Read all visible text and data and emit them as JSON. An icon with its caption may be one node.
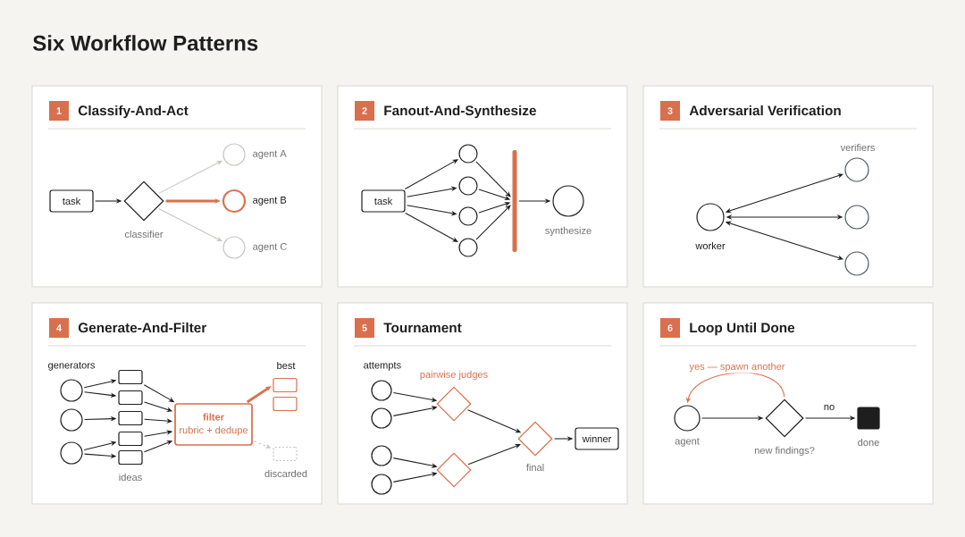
{
  "diagram": {
    "title": "Six Workflow Patterns",
    "nodes": [
      {
        "text": [
          "Classify-And-Act"
        ]
      },
      {
        "text": [
          "1"
        ],
        "in": 0
      },
      {
        "text": [
          "task"
        ],
        "in": 0
      },
      {
        "text": [],
        "shape": "diamond",
        "beside": [
          "classifier"
        ],
        "in": 0
      },
      {
        "text": [],
        "shape": "circle",
        "beside": [
          "agent A"
        ],
        "in": 0
      },
      {
        "text": [],
        "shape": "circle",
        "beside": [
          "agent B"
        ],
        "in": 0
      },
      {
        "text": [],
        "shape": "circle",
        "beside": [
          "agent C"
        ],
        "in": 0
      },
      {
        "text": [
          "Fanout-And-Synthesize"
        ]
      },
      {
        "text": [
          "2"
        ],
        "in": 7
      },
      {
        "text": [
          "task"
        ],
        "in": 7
      },
      {
        "text": [],
        "shape": "circle",
        "in": 7
      },
      {
        "text": [],
        "shape": "circle",
        "in": 7
      },
      {
        "text": [],
        "shape": "circle",
        "in": 7
      },
      {
        "text": [],
        "shape": "circle",
        "in": 7
      },
      {
        "text": [],
        "shape": "bar",
        "in": 7
      },
      {
        "text": [],
        "shape": "circle",
        "beside": [
          "synthesize"
        ],
        "in": 7
      },
      {
        "text": [
          "Adversarial Verification"
        ]
      },
      {
        "text": [
          "3"
        ],
        "in": 16
      },
      {
        "text": [],
        "shape": "circle",
        "beside": [
          "worker"
        ],
        "in": 16
      },
      {
        "text": [],
        "shape": "circle",
        "in": 16
      },
      {
        "text": [],
        "shape": "circle",
        "in": 16
      },
      {
        "text": [],
        "shape": "circle",
        "in": 16
      },
      {
        "text": [
          "Generate-And-Filter"
        ]
      },
      {
        "text": [
          "4"
        ],
        "in": 22
      },
      {
        "text": [],
        "shape": "circle",
        "in": 22
      },
      {
        "text": [],
        "shape": "circle",
        "in": 22
      },
      {
        "text": [],
        "shape": "circle",
        "in": 22
      },
      {
        "text": [],
        "shape": "box",
        "in": 22
      },
      {
        "text": [],
        "shape": "box",
        "in": 22
      },
      {
        "text": [],
        "shape": "box",
        "in": 22
      },
      {
        "text": [],
        "shape": "box",
        "in": 22
      },
      {
        "text": [],
        "shape": "box",
        "in": 22
      },
      {
        "text": [
          "filter",
          "rubric + dedupe"
        ],
        "in": 22
      },
      {
        "text": [],
        "shape": "box",
        "in": 22
      },
      {
        "text": [],
        "shape": "box",
        "in": 22
      },
      {
        "text": [],
        "shape": "box",
        "beside": [
          "discarded"
        ],
        "in": 22
      },
      {
        "text": [
          "Tournament"
        ]
      },
      {
        "text": [
          "5"
        ],
        "in": 36
      },
      {
        "text": [],
        "shape": "circle",
        "in": 36
      },
      {
        "text": [],
        "shape": "circle",
        "in": 36
      },
      {
        "text": [],
        "shape": "circle",
        "in": 36
      },
      {
        "text": [],
        "shape": "circle",
        "in": 36
      },
      {
        "text": [],
        "shape": "diamond",
        "in": 36
      },
      {
        "text": [],
        "shape": "diamond",
        "in": 36
      },
      {
        "text": [],
        "shape": "diamond",
        "beside": [
          "final"
        ],
        "in": 36
      },
      {
        "text": [
          "winner"
        ],
        "in": 36
      },
      {
        "text": [
          "Loop Until Done"
        ]
      },
      {
        "text": [
          "6"
        ],
        "in": 46
      },
      {
        "text": [],
        "shape": "circle",
        "beside": [
          "agent"
        ],
        "in": 46
      },
      {
        "text": [],
        "shape": "diamond",
        "beside": [
          "new findings?"
        ],
        "in": 46
      },
      {
        "text": [],
        "shape": "box",
        "beside": [
          "done"
        ],
        "in": 46
      }
    ],
    "edges": [
      {
        "from": 2,
        "to": 3,
        "arrow": "to"
      },
      {
        "from": 3,
        "to": 4,
        "arrow": "to",
        "color": "#c4c4c0"
      },
      {
        "from": 3,
        "to": 5,
        "arrow": "to",
        "color": "#d9704d",
        "style": "thick"
      },
      {
        "from": 3,
        "to": 6,
        "arrow": "to",
        "color": "#c4c4c0"
      },
      {
        "from": 9,
        "to": 10,
        "arrow": "to"
      },
      {
        "from": 9,
        "to": 11,
        "arrow": "to"
      },
      {
        "from": 9,
        "to": 12,
        "arrow": "to"
      },
      {
        "from": 9,
        "to": 13,
        "arrow": "to"
      },
      {
        "from": 10,
        "to": 14,
        "arrow": "to"
      },
      {
        "from": 11,
        "to": 14,
        "arrow": "to"
      },
      {
        "from": 12,
        "to": 14,
        "arrow": "to"
      },
      {
        "from": 13,
        "to": 14,
        "arrow": "to"
      },
      {
        "from": 14,
        "to": 15,
        "arrow": "to"
      },
      {
        "from": 18,
        "to": 19,
        "arrow": "both"
      },
      {
        "from": 18,
        "to": 20,
        "arrow": "both"
      },
      {
        "from": 18,
        "to": 21,
        "arrow": "both"
      },
      {
        "from": 24,
        "to": 27,
        "arrow": "to"
      },
      {
        "from": 24,
        "to": 28,
        "arrow": "to"
      },
      {
        "from": 25,
        "to": 29,
        "arrow": "to"
      },
      {
        "from": 26,
        "to": 30,
        "arrow": "to"
      },
      {
        "from": 26,
        "to": 31,
        "arrow": "to"
      },
      {
        "from": 27,
        "to": 32,
        "arrow": "to"
      },
      {
        "from": 28,
        "to": 32,
        "arrow": "to"
      },
      {
        "from": 29,
        "to": 32,
        "arrow": "to"
      },
      {
        "from": 30,
        "to": 32,
        "arrow": "to"
      },
      {
        "from": 31,
        "to": 32,
        "arrow": "to"
      },
      {
        "from": 32,
        "to": 33,
        "arrow": "to",
        "color": "#d9704d",
        "style": "thick"
      },
      {
        "from": 32,
        "to": 35,
        "arrow": "to",
        "color": "#c4c4c0",
        "style": "dashed"
      },
      {
        "from": 38,
        "to": 42,
        "arrow": "to"
      },
      {
        "from": 39,
        "to": 42,
        "arrow": "to"
      },
      {
        "from": 40,
        "to": 43,
        "arrow": "to"
      },
      {
        "from": 41,
        "to": 43,
        "arrow": "to"
      },
      {
        "from": 42,
        "to": 44,
        "arrow": "to"
      },
      {
        "from": 43,
        "to": 44,
        "arrow": "to"
      },
      {
        "from": 44,
        "to": 45,
        "arrow": "to"
      },
      {
        "from": 48,
        "to": 49,
        "arrow": "to"
      },
      {
        "from": 49,
        "to": 50,
        "arrow": "to",
        "label": "no"
      },
      {
        "from": 49,
        "to": 48,
        "arrow": "to",
        "color": "#d9704d",
        "label": "yes — spawn another"
      }
    ],
    "labels": [
      "verifiers",
      "generators",
      "best",
      "ideas",
      "attempts",
      "pairwise judges"
    ]
  }
}
